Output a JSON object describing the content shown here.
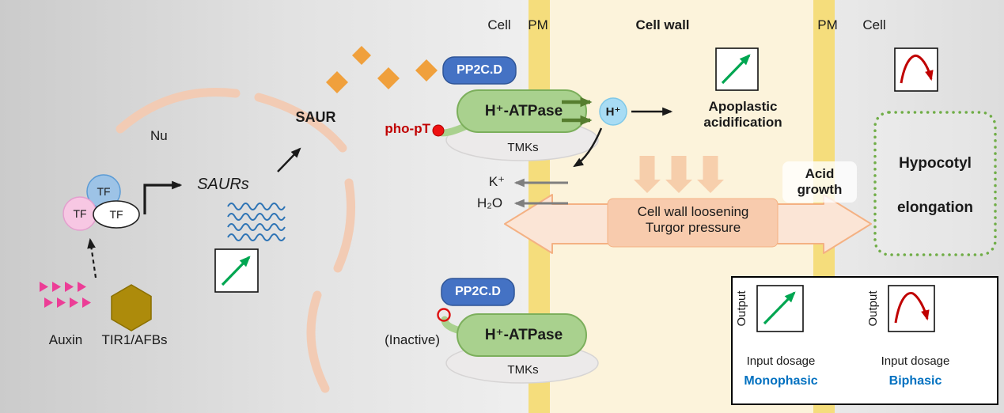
{
  "regions": {
    "cell_left": "Cell",
    "pm_left": "PM",
    "cell_wall": "Cell wall",
    "pm_right": "PM",
    "cell_right": "Cell"
  },
  "nucleus": {
    "label": "Nu",
    "tf_a": "TF",
    "tf_b": "TF",
    "tf_c": "TF",
    "gene": "SAURs"
  },
  "signals": {
    "auxin": "Auxin",
    "receptor": "TIR1/AFBs",
    "saur": "SAUR"
  },
  "pump_active": {
    "phosphatase": "PP2C.D",
    "phospho_site": "pho-pT",
    "pump": "H⁺-ATPase",
    "kinase": "TMKs",
    "proton": "H⁺"
  },
  "pump_inactive": {
    "phosphatase": "PP2C.D",
    "state": "(Inactive)",
    "pump": "H⁺-ATPase",
    "kinase": "TMKs"
  },
  "apoplast": {
    "acidification_l1": "Apoplastic",
    "acidification_l2": "acidification",
    "potassium": "K⁺",
    "water": "H₂O",
    "wall_l1": "Cell wall loosening",
    "wall_l2": "Turgor pressure",
    "acid_l1": "Acid",
    "acid_l2": "growth"
  },
  "output": {
    "l1": "Hypocotyl",
    "l2": "elongation"
  },
  "legend": {
    "mono": {
      "y_axis": "Output",
      "x_axis": "Input dosage",
      "label": "Monophasic"
    },
    "bi": {
      "y_axis": "Output",
      "x_axis": "Input dosage",
      "label": "Biphasic"
    }
  },
  "colors": {
    "pp2cd_blue": "#4472C4",
    "atpase_green": "#A9D18E",
    "mono_arrow_green": "#00A651",
    "biphasic_red": "#C00000",
    "phase_label_blue": "#0070C0",
    "membrane_yellow": "#F5DD7C",
    "cell_wall_cream": "#FCF3DB",
    "auxin_magenta": "#EC3D96",
    "saur_orange": "#F0A03C",
    "peach_arrow": "#F8CBAD",
    "nuclear_envelope": "#F2CBB4"
  }
}
